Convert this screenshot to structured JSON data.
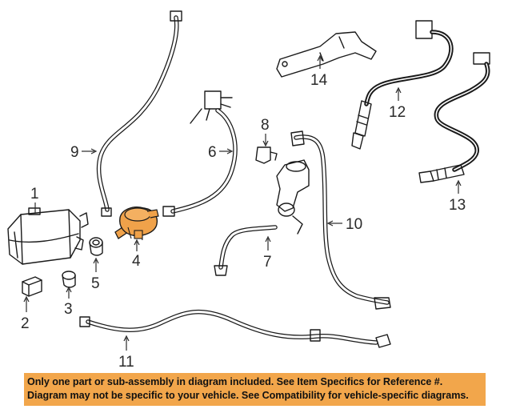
{
  "colors": {
    "highlight_part": "#f0a24a",
    "banner_background": "#f2a64b",
    "line": "#1a1a1a"
  },
  "callouts": {
    "c1": "1",
    "c2": "2",
    "c3": "3",
    "c4": "4",
    "c5": "5",
    "c6": "6",
    "c7": "7",
    "c8": "8",
    "c9": "9",
    "c10": "10",
    "c11": "11",
    "c12": "12",
    "c13": "13",
    "c14": "14"
  },
  "highlighted_callout": "4",
  "banner": {
    "line1": "Only one part or sub-assembly in diagram included. See Item Specifics for Reference #.",
    "line2": "Diagram may not be specific to your vehicle. See Compatibility for vehicle-specific diagrams."
  }
}
